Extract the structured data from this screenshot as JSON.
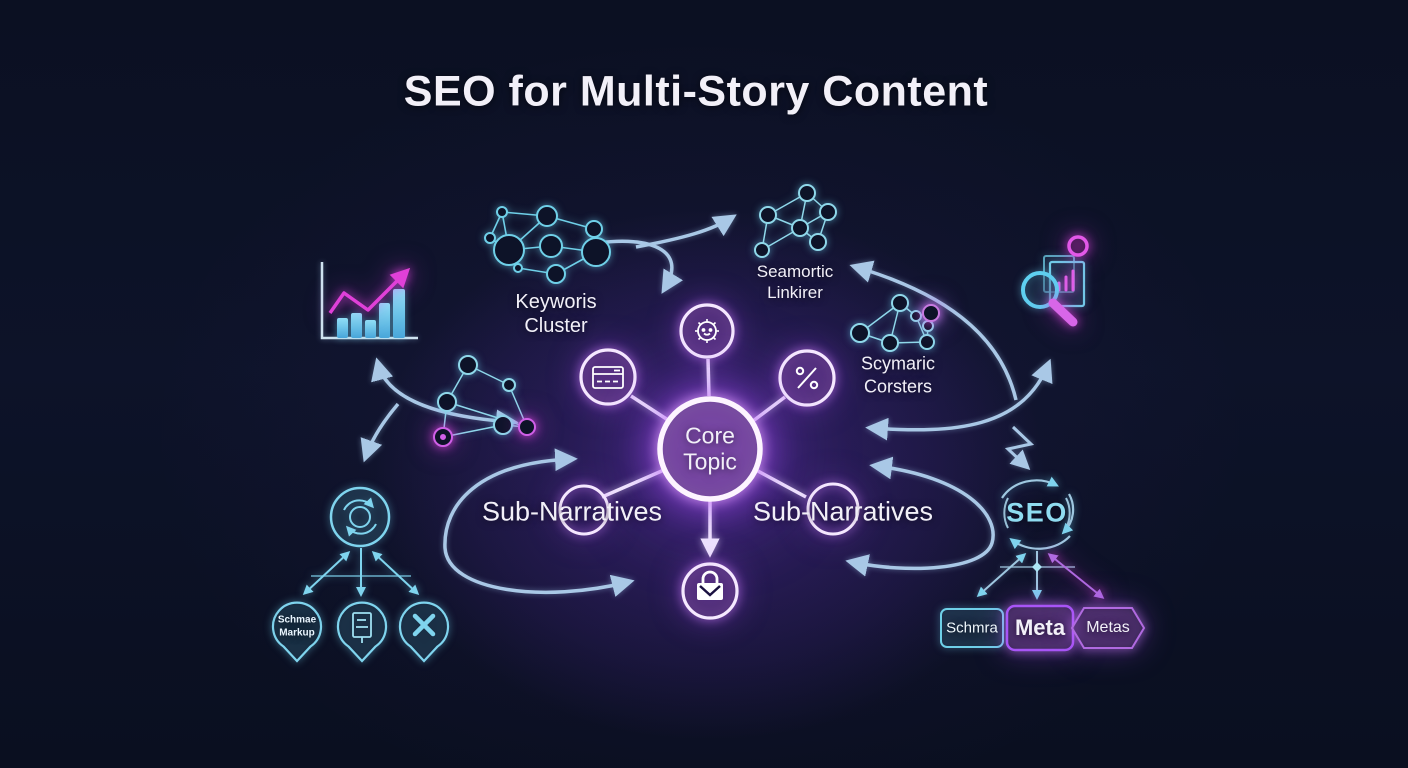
{
  "title": "SEO for Multi-Story Content",
  "core": {
    "label": "Core\nTopic"
  },
  "clusters": {
    "keywords": {
      "label": "Keyworis\nCluster"
    },
    "semantic_linker": {
      "label": "Seamortic\nLinkirer"
    },
    "semantic_clusters": {
      "label": "Scymaric\nCorsters"
    }
  },
  "sub_narratives": {
    "left": "Sub-Narratives",
    "right": "Sub-Narratives"
  },
  "schema_flow": {
    "pin_label": "Schmae\nMarkup"
  },
  "seo_flow": {
    "cycle_label": "SEO",
    "schema_box_label": "Schmra",
    "meta_box_label": "Meta",
    "metas_hex_label": "Metas"
  },
  "colors": {
    "background": "#0c1124",
    "cyan": "#7fd4ee",
    "steel_blue": "#a9c8e6",
    "magenta": "#e24ae0",
    "purple_glow": "#a855f7",
    "text_white": "#f2f0f8"
  },
  "icons": {
    "bar_chart": "bar-chart-trend-icon",
    "badge_face": "badge-face-icon",
    "card": "card-icon",
    "crossed_tools": "crossed-tools-icon",
    "lock": "lock-icon",
    "sync": "sync-icon",
    "document_pin": "document-pin-icon",
    "x_pin": "x-pin-icon",
    "search_report": "search-report-icon"
  }
}
